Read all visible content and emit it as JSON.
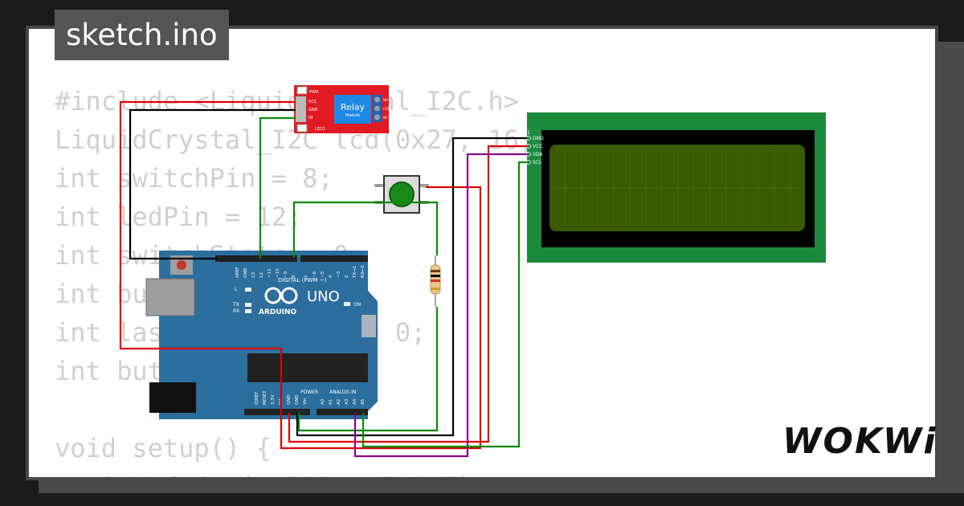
{
  "title": "sketch.ino",
  "code_lines": [
    "#include <LiquidCrystal_I2C.h>",
    "LiquidCrystal_I2C lcd(0x27, 16, 2);",
    "int switchPin = 8;",
    "int ledPin = 12;",
    "int switchState = 0;",
    "int buttonState = 0;",
    "int lastButtonState = 0;",
    "int buttonCount = 0;",
    "",
    "void setup() {",
    "  pinMode(switchPin, INPUT);"
  ],
  "relay": {
    "title": "Relay",
    "subtitle": "Module",
    "pins": [
      "VCC",
      "GND",
      "IN"
    ],
    "leds": [
      "PWR",
      "LED1"
    ],
    "terminals": [
      "NO",
      "COM",
      "NC"
    ]
  },
  "lcd": {
    "pins": [
      "GND",
      "VCC",
      "SDA",
      "SCL"
    ],
    "pin_number": "1"
  },
  "arduino": {
    "brand": "ARDUINO",
    "model": "UNO",
    "digital_label": "DIGITAL (PWM ~)",
    "power_label": "POWER",
    "analog_label": "ANALOG IN",
    "top_pins": [
      "AREF",
      "GND",
      "13",
      "12",
      "~11",
      "~10",
      "~9",
      "8",
      "7",
      "~6",
      "~5",
      "4",
      "~3",
      "2",
      "TX→1",
      "RX←0"
    ],
    "power_pins": [
      "IOREF",
      "RESET",
      "3.3V",
      "5V",
      "GND",
      "GND",
      "Vin"
    ],
    "analog_pins": [
      "A0",
      "A1",
      "A2",
      "A3",
      "A4",
      "A5"
    ],
    "led_labels": [
      "L",
      "TX",
      "RX",
      "ON"
    ]
  },
  "brand": "WOKWi",
  "colors": {
    "background": "#1b1b1b",
    "card": "#ffffff",
    "code_text": "#d0d0d0",
    "relay_board": "#e01b24",
    "relay_box": "#1e88e5",
    "lcd_board": "#1c8a3c",
    "lcd_screen": "#3a5a00",
    "arduino_board": "#2c6e9e",
    "button_cap": "#1a8a1a",
    "wire_red": "#e00000",
    "wire_black": "#000000",
    "wire_green": "#0a8a0a",
    "wire_purple": "#8a008a"
  }
}
